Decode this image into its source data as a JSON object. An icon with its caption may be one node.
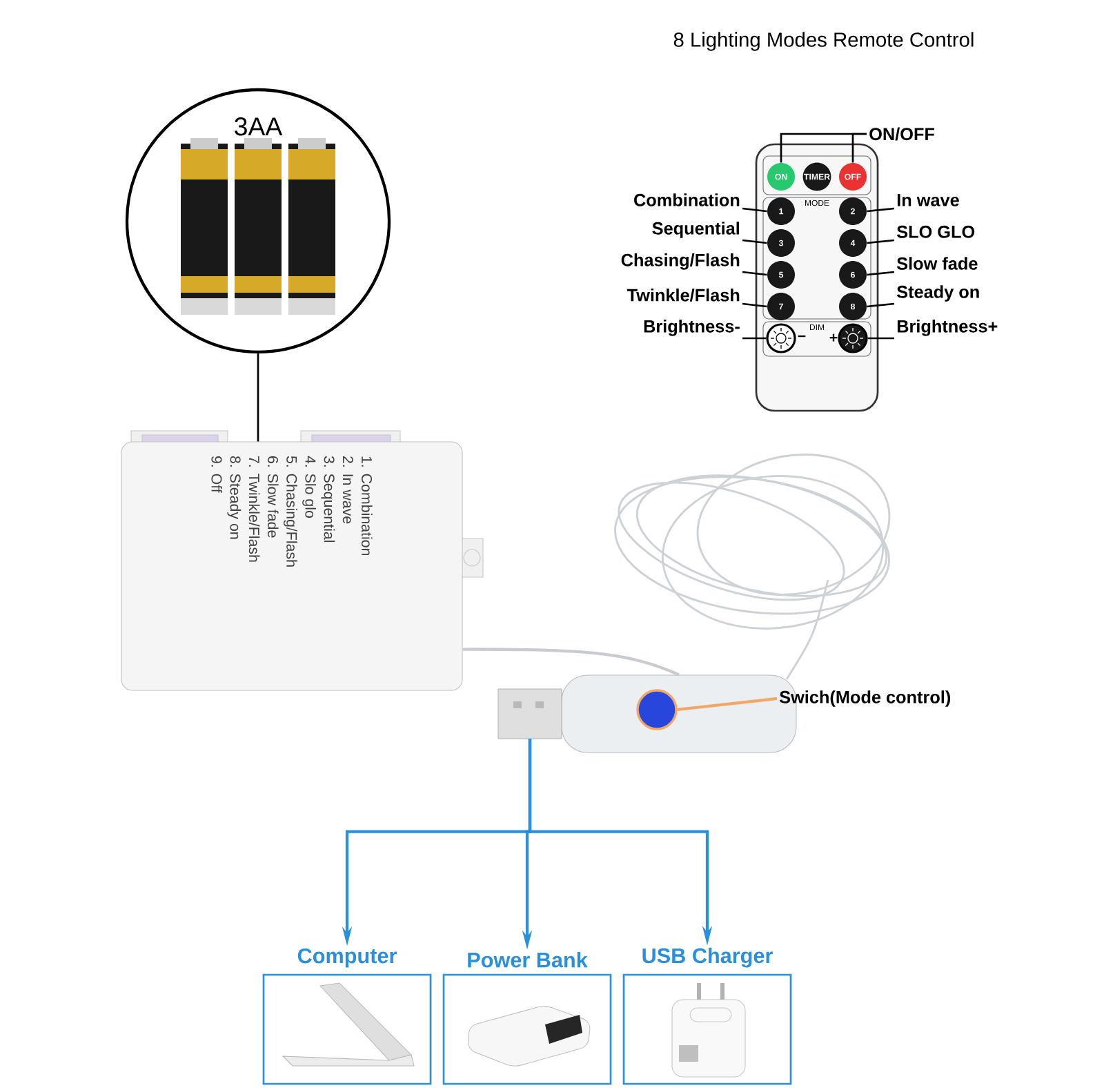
{
  "diagram": {
    "title": "8 Lighting Modes Remote Control",
    "nodes": [
      {
        "text": [
          "3AA"
        ]
      },
      {
        "text": [
          "1. Combination",
          "2. In wave",
          "3. Sequential",
          "4. Slo glo",
          "5. Chasing/Flash",
          "6. Slow fade",
          "7. Twinkle/Flash",
          "8. Steady on",
          "9. Off"
        ]
      },
      {
        "text": [],
        "shape": "box"
      },
      {
        "text": [
          "ON"
        ],
        "in": 2
      },
      {
        "text": [
          "TIMER"
        ],
        "in": 2
      },
      {
        "text": [
          "OFF"
        ],
        "in": 2
      },
      {
        "text": [
          "1"
        ],
        "in": 2
      },
      {
        "text": [
          "2"
        ],
        "in": 2
      },
      {
        "text": [
          "3"
        ],
        "in": 2
      },
      {
        "text": [
          "4"
        ],
        "in": 2
      },
      {
        "text": [
          "5"
        ],
        "in": 2
      },
      {
        "text": [
          "6"
        ],
        "in": 2
      },
      {
        "text": [
          "7"
        ],
        "in": 2
      },
      {
        "text": [
          "8"
        ],
        "in": 2
      },
      {
        "text": [],
        "shape": "circle",
        "in": 2
      },
      {
        "text": [],
        "shape": "circle",
        "in": 2
      },
      {
        "text": [
          "ON/OFF"
        ]
      },
      {
        "text": [
          "Combination"
        ]
      },
      {
        "text": [
          "In wave"
        ]
      },
      {
        "text": [
          "Sequential"
        ]
      },
      {
        "text": [
          "SLO GLO"
        ]
      },
      {
        "text": [
          "Chasing/Flash"
        ]
      },
      {
        "text": [
          "Slow fade"
        ]
      },
      {
        "text": [
          "Twinkle/Flash"
        ]
      },
      {
        "text": [
          "Steady on"
        ]
      },
      {
        "text": [
          "Brightness-"
        ]
      },
      {
        "text": [
          "Brightness+"
        ]
      },
      {
        "text": [],
        "shape": "picture"
      },
      {
        "text": [],
        "shape": "circle",
        "in": 27
      },
      {
        "text": [
          "Swich(Mode control)"
        ]
      },
      {
        "text": [
          "Computer"
        ]
      },
      {
        "text": [
          "Power Bank"
        ]
      },
      {
        "text": [
          "USB Charger"
        ]
      }
    ],
    "edges": [
      {
        "from": 0,
        "to": 1,
        "arrow": "none"
      },
      {
        "from": 16,
        "to": 3,
        "arrow": "none"
      },
      {
        "from": 16,
        "to": 5,
        "arrow": "none"
      },
      {
        "from": 17,
        "to": 6,
        "arrow": "none"
      },
      {
        "from": 18,
        "to": 7,
        "arrow": "none"
      },
      {
        "from": 19,
        "to": 8,
        "arrow": "none"
      },
      {
        "from": 20,
        "to": 9,
        "arrow": "none"
      },
      {
        "from": 21,
        "to": 10,
        "arrow": "none"
      },
      {
        "from": 22,
        "to": 11,
        "arrow": "none"
      },
      {
        "from": 23,
        "to": 12,
        "arrow": "none"
      },
      {
        "from": 24,
        "to": 13,
        "arrow": "none"
      },
      {
        "from": 25,
        "to": 14,
        "arrow": "none"
      },
      {
        "from": 26,
        "to": 15,
        "arrow": "none"
      },
      {
        "from": 1,
        "to": 27,
        "arrow": "none",
        "color": "#c8ccd0"
      },
      {
        "from": 29,
        "to": 28,
        "arrow": "none",
        "color": "#f0a868"
      },
      {
        "from": 27,
        "to": 30,
        "arrow": "to",
        "color": "#2a90dc"
      },
      {
        "from": 27,
        "to": 31,
        "arrow": "to",
        "color": "#2a90dc"
      },
      {
        "from": 27,
        "to": 32,
        "arrow": "to",
        "color": "#2a90dc"
      }
    ],
    "labels": [
      "MODE",
      "DIM",
      "−",
      "+"
    ]
  }
}
